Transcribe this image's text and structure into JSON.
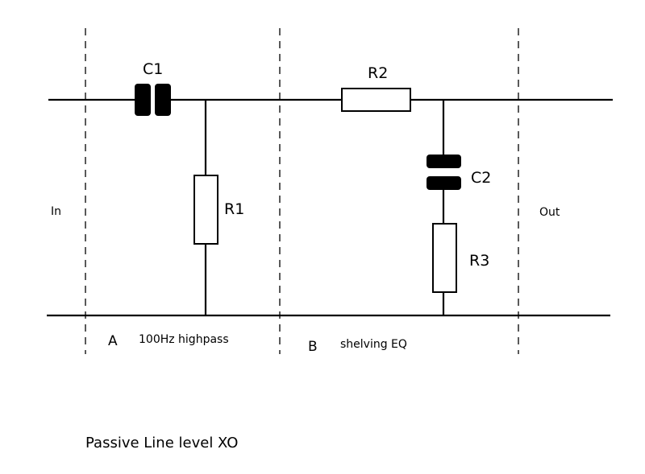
{
  "diagram": {
    "title": "Passive Line level XO",
    "port_in": "In",
    "port_out": "Out",
    "components": {
      "c1": "C1",
      "c2": "C2",
      "r1": "R1",
      "r2": "R2",
      "r3": "R3"
    },
    "sections": [
      {
        "letter": "A",
        "description": "100Hz highpass"
      },
      {
        "letter": "B",
        "description": "shelving EQ"
      }
    ]
  }
}
